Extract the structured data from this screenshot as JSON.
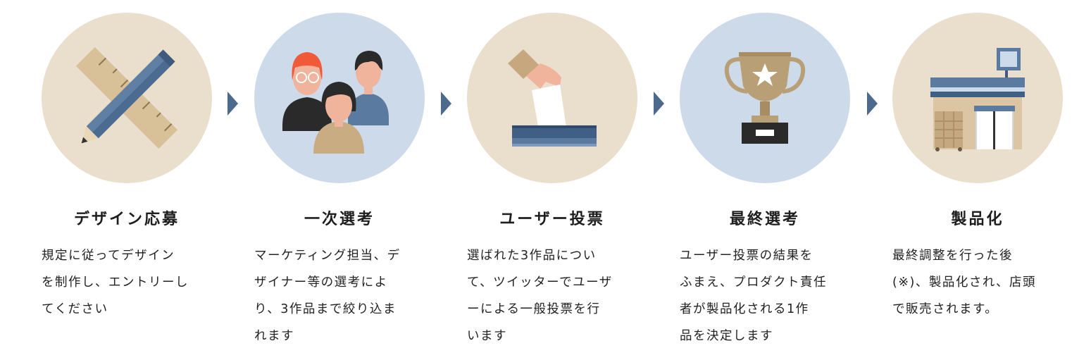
{
  "steps": [
    {
      "id": "design-entry",
      "icon": "pencil-ruler-icon",
      "title": "デザイン応募",
      "lines": [
        "規定に従ってデザイン",
        "を制作し、エントリーし",
        "てください"
      ]
    },
    {
      "id": "first-selection",
      "icon": "people-icon",
      "title": "一次選考",
      "lines": [
        "マーケティング担当、デ",
        "ザイナー等の選考によ",
        "り、3作品まで絞り込ま",
        "れます"
      ]
    },
    {
      "id": "user-vote",
      "icon": "ballot-box-icon",
      "title": "ユーザー投票",
      "lines": [
        "選ばれた3作品につい",
        "て、ツイッターでユーザ",
        "ーによる一般投票を行",
        "います"
      ]
    },
    {
      "id": "final-selection",
      "icon": "trophy-icon",
      "title": "最終選考",
      "lines": [
        "ユーザー投票の結果を",
        "ふまえ、プロダクト責任",
        "者が製品化される1作",
        "品を決定します"
      ]
    },
    {
      "id": "productization",
      "icon": "store-icon",
      "title": "製品化",
      "lines": [
        "最終調整を行った後",
        "(※)、製品化され、店頭",
        "で販売されます。"
      ]
    }
  ],
  "colors": {
    "circle_beige": "#eadfcd",
    "circle_blue": "#ccdaea",
    "arrow": "#4d6a8c",
    "accent_blue": "#5a7aa0",
    "accent_tan": "#c7a77d"
  }
}
